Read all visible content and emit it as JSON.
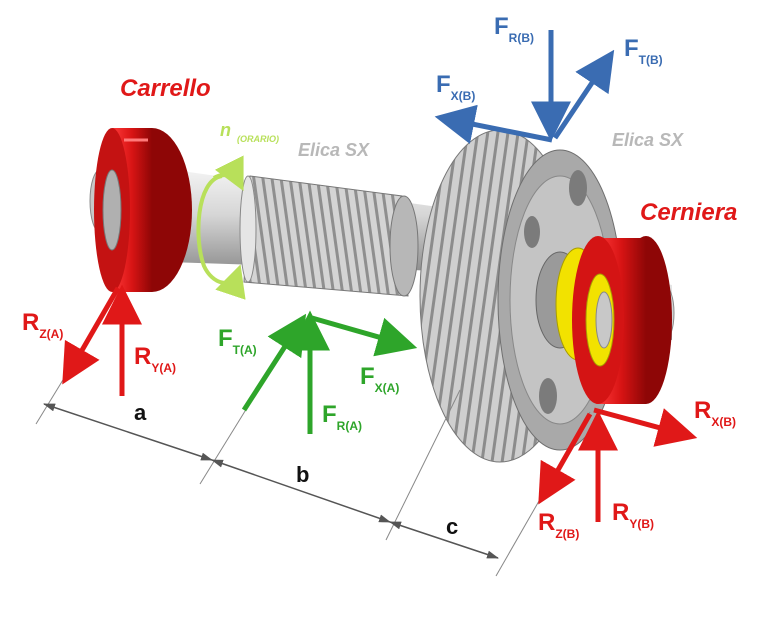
{
  "colors": {
    "support": "#e01818",
    "forces_a": "#2ea52a",
    "forces_b": "#3a6cb2",
    "rotation": "#b8e05a",
    "helix_text": "#b8b8b8",
    "shaft": "#d9d9d9",
    "bearing_inner": "#f2e200"
  },
  "supports": {
    "left": "Carrello",
    "right": "Cerniera"
  },
  "rotation": {
    "symbol": "n",
    "direction": "(ORARIO)"
  },
  "helix": {
    "left": "Elica SX",
    "right": "Elica SX"
  },
  "forces_b": {
    "radial": {
      "main": "F",
      "sub": "R(B)"
    },
    "tangential": {
      "main": "F",
      "sub": "T(B)"
    },
    "axial": {
      "main": "F",
      "sub": "X(B)"
    }
  },
  "forces_a": {
    "tangential": {
      "main": "F",
      "sub": "T(A)"
    },
    "radial": {
      "main": "F",
      "sub": "R(A)"
    },
    "axial": {
      "main": "F",
      "sub": "X(A)"
    }
  },
  "reactions_a": {
    "z": {
      "main": "R",
      "sub": "Z(A)"
    },
    "y": {
      "main": "R",
      "sub": "Y(A)"
    }
  },
  "reactions_b": {
    "x": {
      "main": "R",
      "sub": "X(B)"
    },
    "z": {
      "main": "R",
      "sub": "Z(B)"
    },
    "y": {
      "main": "R",
      "sub": "Y(B)"
    }
  },
  "dimensions": {
    "a": "a",
    "b": "b",
    "c": "c"
  },
  "icons": [
    "rotation-arrow-icon",
    "force-arrow-icon"
  ]
}
